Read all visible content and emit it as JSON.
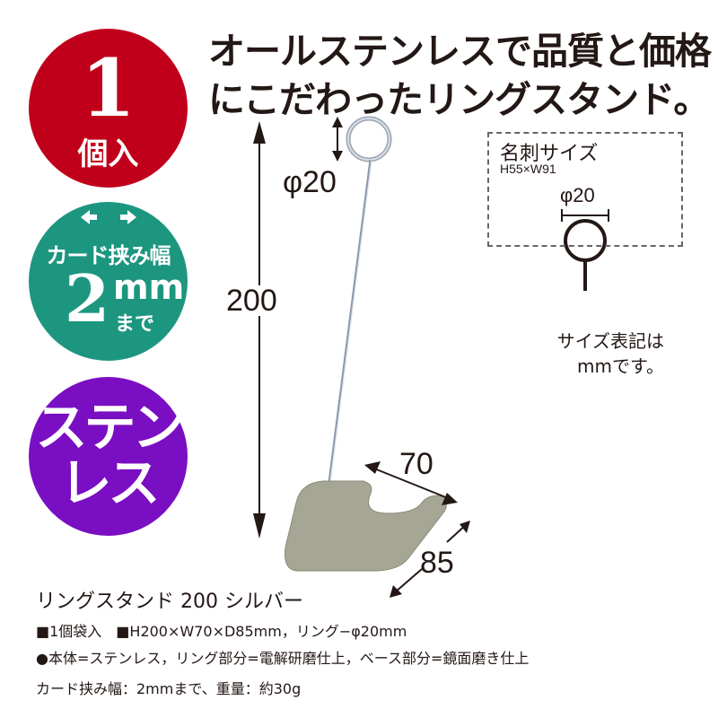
{
  "badges": {
    "quantity": {
      "number": "1",
      "label": "個入",
      "color": "#c0001b"
    },
    "card_width": {
      "arrows": "←→",
      "label": "カード挟み幅",
      "number": "2",
      "unit": "mm",
      "suffix": "まで",
      "color": "#1d9680"
    },
    "material": {
      "line1": "ステン",
      "line2": "レス",
      "color": "#7a0ec2"
    }
  },
  "headline": {
    "line1": "オールステンレスで品質と価格",
    "line2": "にこだわったリングスタンド。"
  },
  "dimensions": {
    "height": "200",
    "ring_diameter": "φ20",
    "width": "70",
    "depth": "85"
  },
  "card_diagram": {
    "title": "名刺サイズ",
    "size": "H55×W91",
    "ring_label": "φ20"
  },
  "note": {
    "line1": "サイズ表記は",
    "line2": "mmです。"
  },
  "product": {
    "name": "リングスタンド 200 シルバー",
    "spec1": "■1個袋入　■H200×W70×D85mm，リング−φ20mm",
    "spec2": "●本体=ステンレス，リング部分=電解研磨仕上，ベース部分=鏡面磨き仕上",
    "spec3": "カード挟み幅：2mmまで、重量：約30g"
  }
}
